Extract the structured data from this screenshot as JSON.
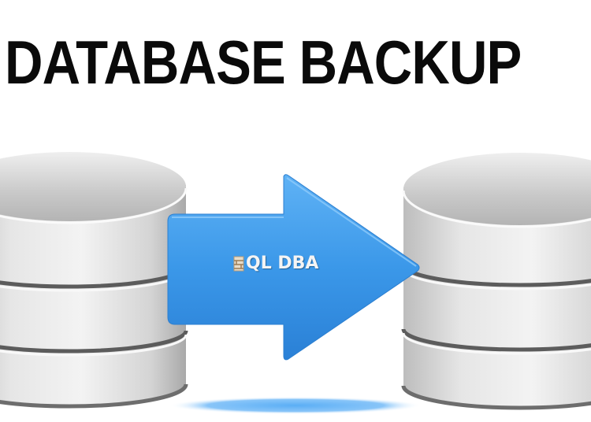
{
  "title": "DATABASE BACKUP",
  "arrow": {
    "label_prefix_icon": "database-s-logo-icon",
    "label": "QL DBA",
    "full_label": "SQL DBA",
    "color": "#3a96e8"
  },
  "diagram": {
    "nodes": [
      {
        "id": "source-database",
        "shape": "cylinder",
        "tiers": 3,
        "color": "#d8d8d8"
      },
      {
        "id": "backup-database",
        "shape": "cylinder",
        "tiers": 3,
        "color": "#d8d8d8"
      }
    ],
    "edges": [
      {
        "from": "source-database",
        "to": "backup-database",
        "label": "SQL DBA",
        "style": "large-arrow"
      }
    ],
    "reflection_color": "#62b0f5"
  }
}
